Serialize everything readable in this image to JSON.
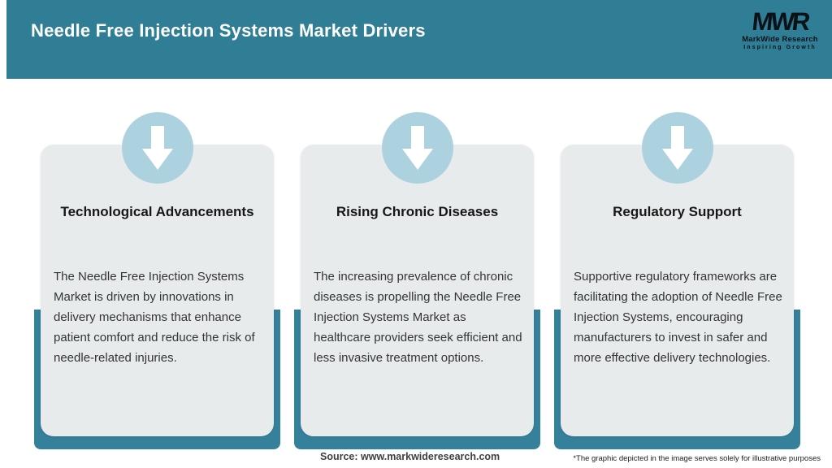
{
  "header": {
    "title": "Needle Free Injection Systems Market Drivers",
    "logo": {
      "monogram": "MWR",
      "name": "MarkWide Research",
      "tagline": "Inspiring Growth"
    }
  },
  "cards": [
    {
      "icon": "down-arrow-icon",
      "title": "Technological Advancements",
      "description": "The Needle Free Injection Systems Market is driven by innovations in delivery mechanisms that enhance patient comfort and reduce the risk of needle-related injuries."
    },
    {
      "icon": "down-arrow-icon",
      "title": "Rising Chronic Diseases",
      "description": "The increasing prevalence of chronic diseases is propelling the Needle Free Injection Systems Market as healthcare providers seek efficient and less invasive treatment options."
    },
    {
      "icon": "down-arrow-icon",
      "title": "Regulatory Support",
      "description": "Supportive regulatory frameworks are facilitating the adoption of Needle Free Injection Systems, encouraging manufacturers to invest in safer and more effective delivery technologies."
    }
  ],
  "footer": {
    "source": "Source: www.markwideresearch.com",
    "disclaimer": "*The graphic depicted in the image serves solely for illustrative purposes"
  },
  "colors": {
    "header_teal": "#2F7E95",
    "frame_teal": "#35819B",
    "circle_blue": "#ACD2DF",
    "card_gray": "#E8EBEC",
    "logo_black": "#0C1118"
  }
}
